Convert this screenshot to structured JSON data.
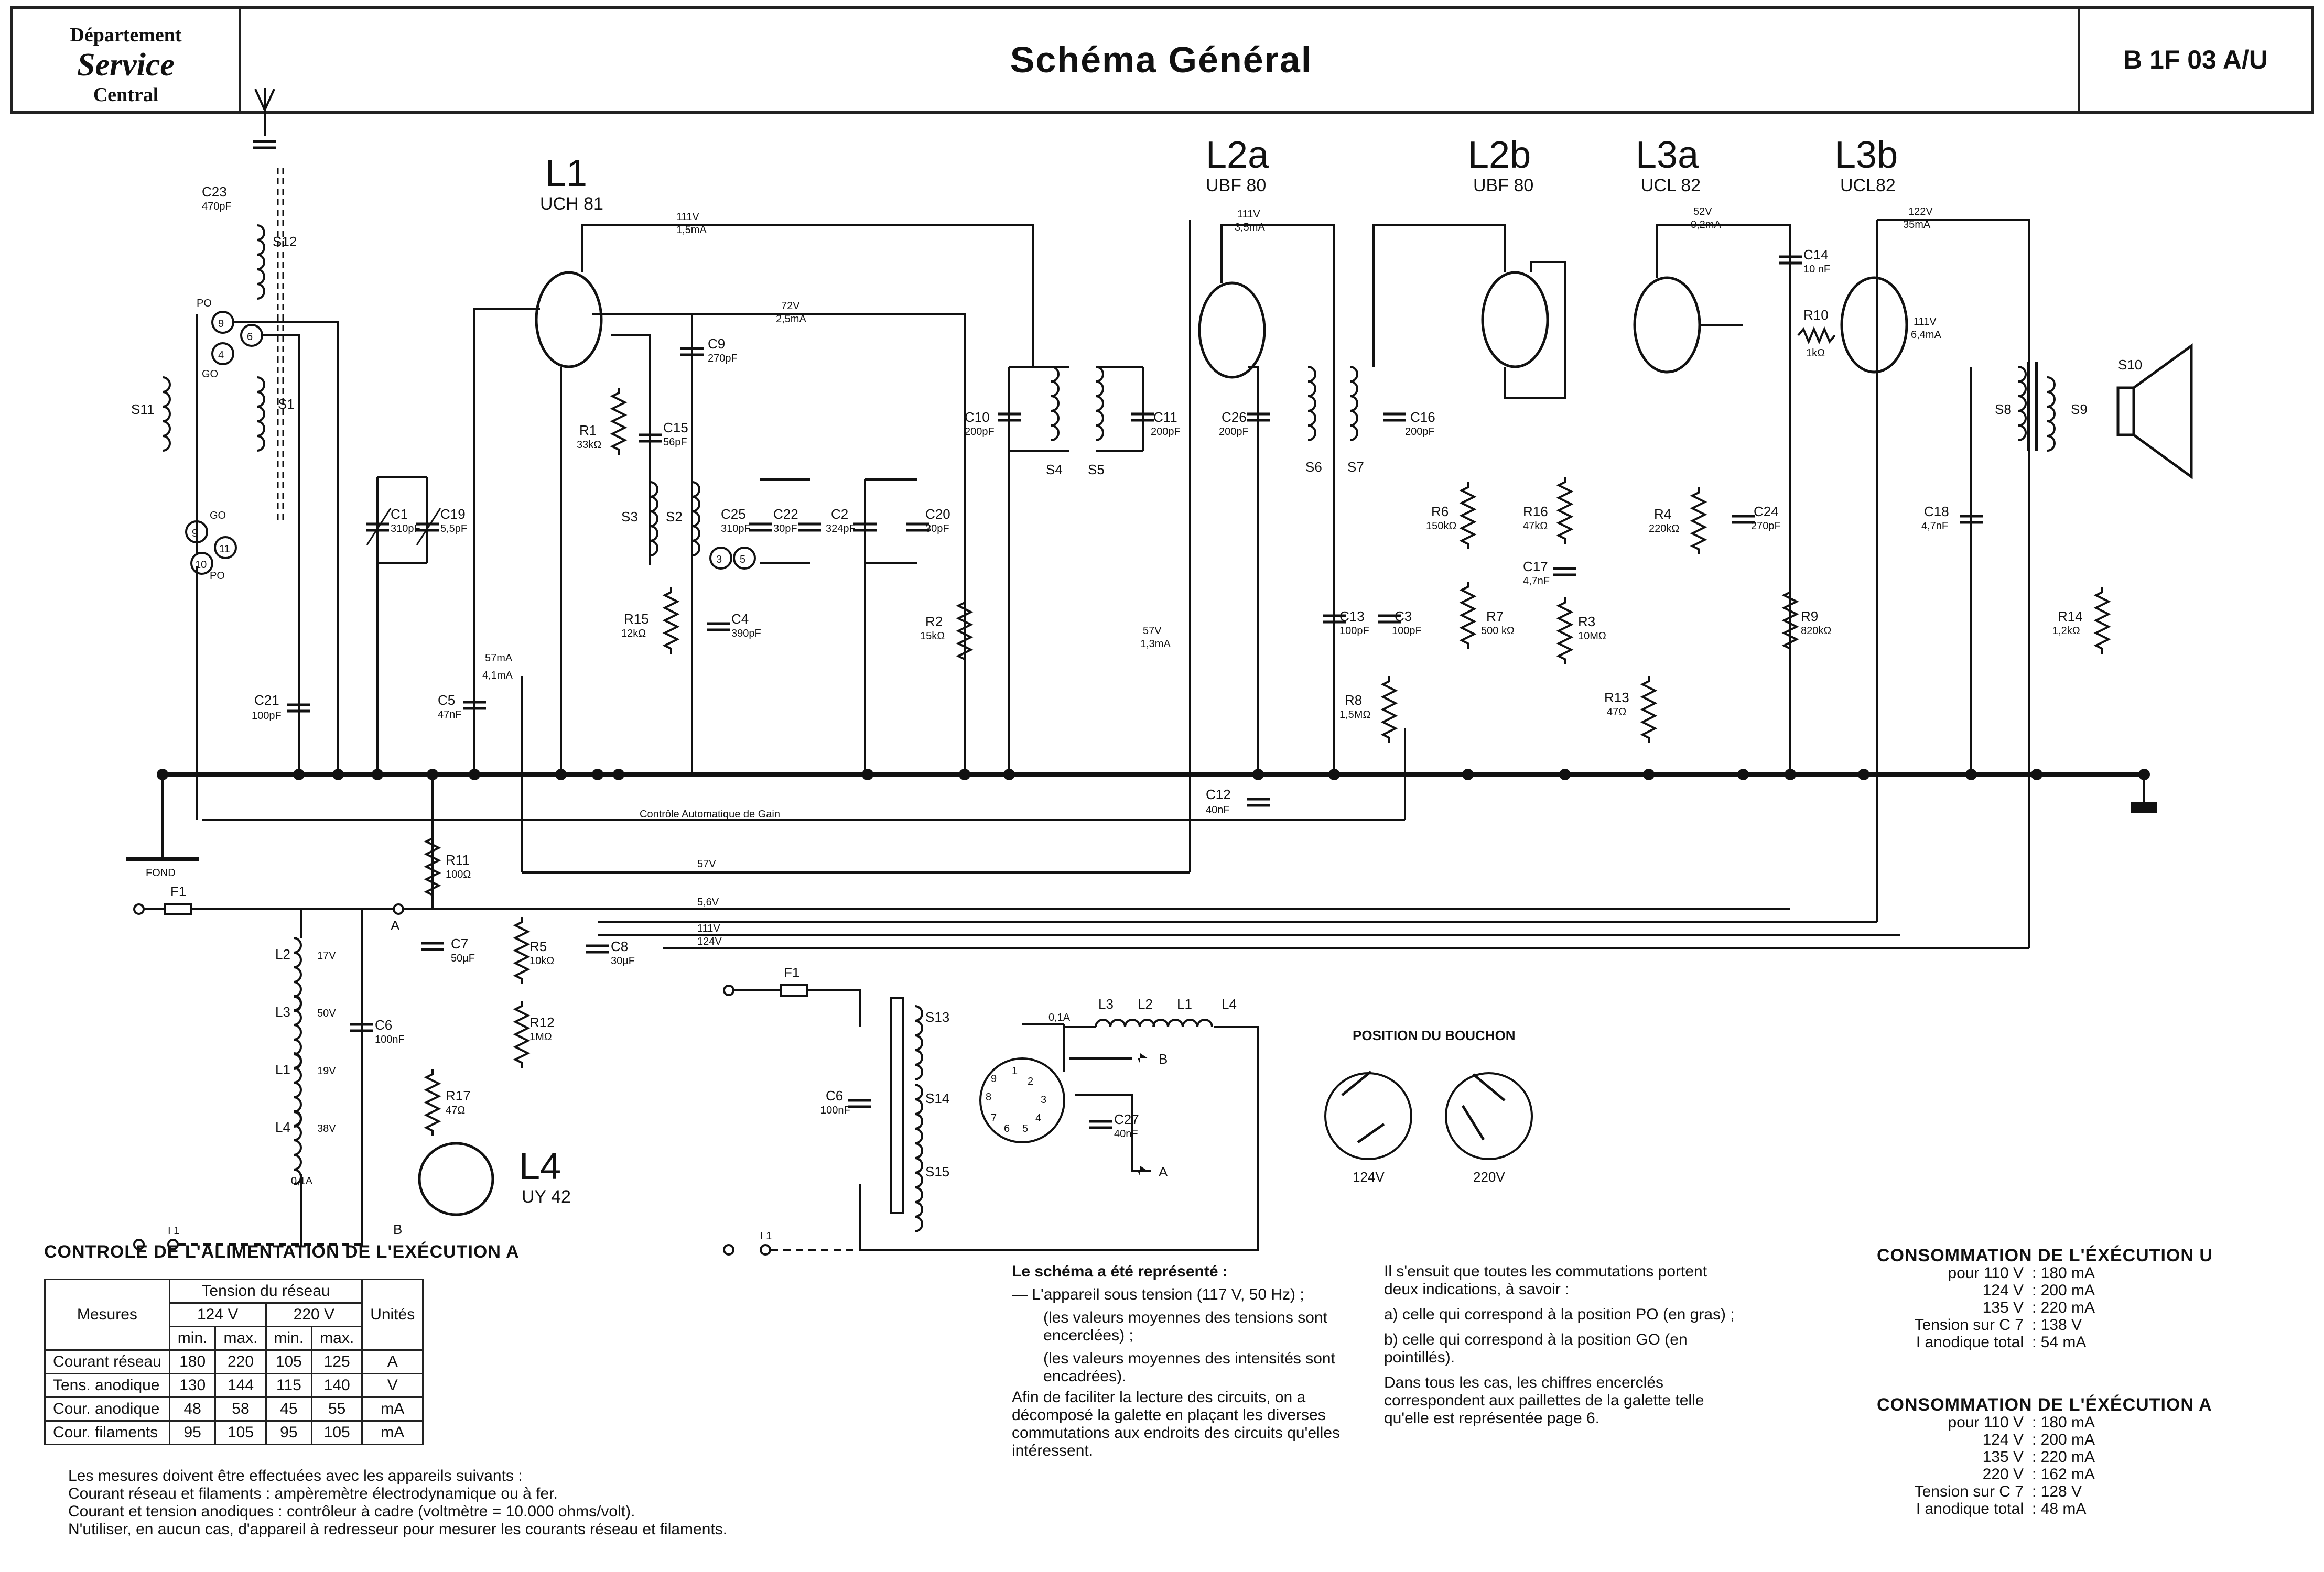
{
  "header": {
    "dept_line1": "Département",
    "dept_line2": "Service",
    "dept_line3": "Central",
    "title": "Schéma Général",
    "reference": "B 1F 03 A/U"
  },
  "tubes": [
    {
      "id": "L1",
      "type": "UCH 81"
    },
    {
      "id": "L2a",
      "type": "UBF 80"
    },
    {
      "id": "L2b",
      "type": "UBF 80"
    },
    {
      "id": "L3a",
      "type": "UCL 82"
    },
    {
      "id": "L3b",
      "type": "UCL82"
    },
    {
      "id": "L4",
      "type": "UY 42"
    }
  ],
  "components": {
    "C23": "470pF",
    "C9": "270pF",
    "C15": "56pF",
    "C25": "310pF",
    "C22": "30pF",
    "C2": "324pF",
    "C20": "30pF",
    "C1": "310pF",
    "C19": "5,5pF",
    "C4": "390pF",
    "C10": "200pF",
    "C11": "200pF",
    "C26": "200pF",
    "C16": "200pF",
    "C13": "100pF",
    "C3": "100pF",
    "C17": "4,7nF",
    "C14": "10 nF",
    "C24": "270pF",
    "C18": "4,7nF",
    "C21": "100pF",
    "C5": "47nF",
    "C12": "40nF",
    "C7": "50µF",
    "C8": "30µF",
    "C6": "100nF",
    "C27": "40nF",
    "R1": "33kΩ",
    "R15": "12kΩ",
    "R2": "15kΩ",
    "R6": "150kΩ",
    "R7": "500 kΩ",
    "R8": "1,5MΩ",
    "R16": "47kΩ",
    "R3": "10MΩ",
    "R4": "220kΩ",
    "R10": "1kΩ",
    "R9": "820kΩ",
    "R13": "47Ω",
    "R14": "1,2kΩ",
    "R11": "100Ω",
    "R5": "10kΩ",
    "R12": "1MΩ",
    "R17": "47Ω"
  },
  "coils": [
    "S12",
    "S11",
    "S1",
    "S3",
    "S2",
    "S4",
    "S5",
    "S6",
    "S7",
    "S8",
    "S9",
    "S10",
    "S13",
    "S14",
    "S15"
  ],
  "voltages": {
    "v111_a": "111V",
    "i_a": "1,5mA",
    "v72": "72V",
    "i72": "2,5mA",
    "v111_b": "111V",
    "i_b": "3,5mA",
    "v52": "52V",
    "i52": "0,2mA",
    "v122": "122V",
    "i122": "35mA",
    "v111_c": "111V",
    "i_c": "6,4mA",
    "v57": "57V",
    "i57": "1,3mA",
    "i57b": "57mA",
    "i41": "4,1mA"
  },
  "labels": {
    "po": "PO",
    "go": "GO",
    "fond": "FOND",
    "f1": "F1",
    "cag": "Contrôle Automatique de Gain",
    "rail_57": "57V",
    "rail_56": "5,6V",
    "rail_111": "111V",
    "rail_124": "124V",
    "node_a": "A",
    "node_b": "B",
    "i1": "I 1",
    "fil_l2": "L2",
    "fil_l3": "L3",
    "fil_l1": "L1",
    "fil_l4": "L4",
    "fil_l2_v": "17V",
    "fil_l3_v": "50V",
    "fil_l1_v": "19V",
    "fil_l4_v": "38V",
    "fil_current": "0,1A",
    "fil_current2": "0,1A",
    "out_b": "B",
    "out_a": "A",
    "bouchon_title": "POSITION DU BOUCHON",
    "bouchon_124": "124V",
    "bouchon_220": "220V",
    "sel_9": "9",
    "sel_6": "6",
    "sel_4": "4",
    "sel_10": "10",
    "sel_11": "11",
    "sel_3": "3",
    "sel_5": "5"
  },
  "alimentation": {
    "title": "CONTROLE DE L'ALIMENTATION DE L'EXÉCUTION A",
    "h_mesures": "Mesures",
    "h_tension": "Tension du réseau",
    "h_unites": "Unités",
    "h_124": "124 V",
    "h_220": "220 V",
    "h_min": "min.",
    "h_max": "max.",
    "rows": [
      {
        "label": "Courant réseau",
        "v": [
          "180",
          "220",
          "105",
          "125"
        ],
        "unit": "A"
      },
      {
        "label": "Tens. anodique",
        "v": [
          "130",
          "144",
          "115",
          "140"
        ],
        "unit": "V"
      },
      {
        "label": "Cour. anodique",
        "v": [
          "48",
          "58",
          "45",
          "55"
        ],
        "unit": "mA"
      },
      {
        "label": "Cour. filaments",
        "v": [
          "95",
          "105",
          "95",
          "105"
        ],
        "unit": "mA"
      }
    ],
    "notes": [
      "Les mesures doivent être effectuées avec les appareils suivants :",
      "Courant réseau et filaments : ampèremètre électrodynamique ou à fer.",
      "Courant et tension anodiques : contrôleur à cadre (voltmètre = 10.000 ohms/volt).",
      "N'utiliser, en aucun cas, d'appareil à redresseur pour mesurer les courants réseau et filaments."
    ]
  },
  "schema_note": {
    "title": "Le schéma a été représenté :",
    "l1": "— L'appareil sous tension (117 V, 50 Hz) ;",
    "l2": "(les valeurs moyennes des tensions sont encerclées) ;",
    "l3": "(les valeurs moyennes des intensités sont encadrées).",
    "l4": "Afin de faciliter la lecture des circuits, on a décomposé la galette en plaçant les diverses commutations aux endroits des circuits qu'elles intéressent.",
    "r1": "Il s'ensuit que toutes les commutations portent deux indications, à savoir :",
    "r2": "a) celle qui correspond à la position PO (en gras) ;",
    "r3": "b) celle qui correspond à la position GO (en pointillés).",
    "r4": "Dans tous les cas, les chiffres encerclés correspondent aux paillettes de la galette telle qu'elle est représentée page 6."
  },
  "consommation_u": {
    "title": "CONSOMMATION DE L'ÉXÉCUTION U",
    "rows": [
      {
        "a": "pour 110 V",
        "b": ": 180 mA"
      },
      {
        "a": "124 V",
        "b": ": 200 mA"
      },
      {
        "a": "135 V",
        "b": ": 220 mA"
      },
      {
        "a": "Tension sur C 7",
        "b": ": 138 V"
      },
      {
        "a": "I anodique total",
        "b": ": 54 mA"
      }
    ]
  },
  "consommation_a": {
    "title": "CONSOMMATION DE L'ÉXÉCUTION A",
    "rows": [
      {
        "a": "pour 110 V",
        "b": ": 180 mA"
      },
      {
        "a": "124 V",
        "b": ": 200 mA"
      },
      {
        "a": "135 V",
        "b": ": 220 mA"
      },
      {
        "a": "220 V",
        "b": ": 162 mA"
      },
      {
        "a": "Tension sur C 7",
        "b": ": 128 V"
      },
      {
        "a": "I anodique total",
        "b": ": 48 mA"
      }
    ]
  }
}
